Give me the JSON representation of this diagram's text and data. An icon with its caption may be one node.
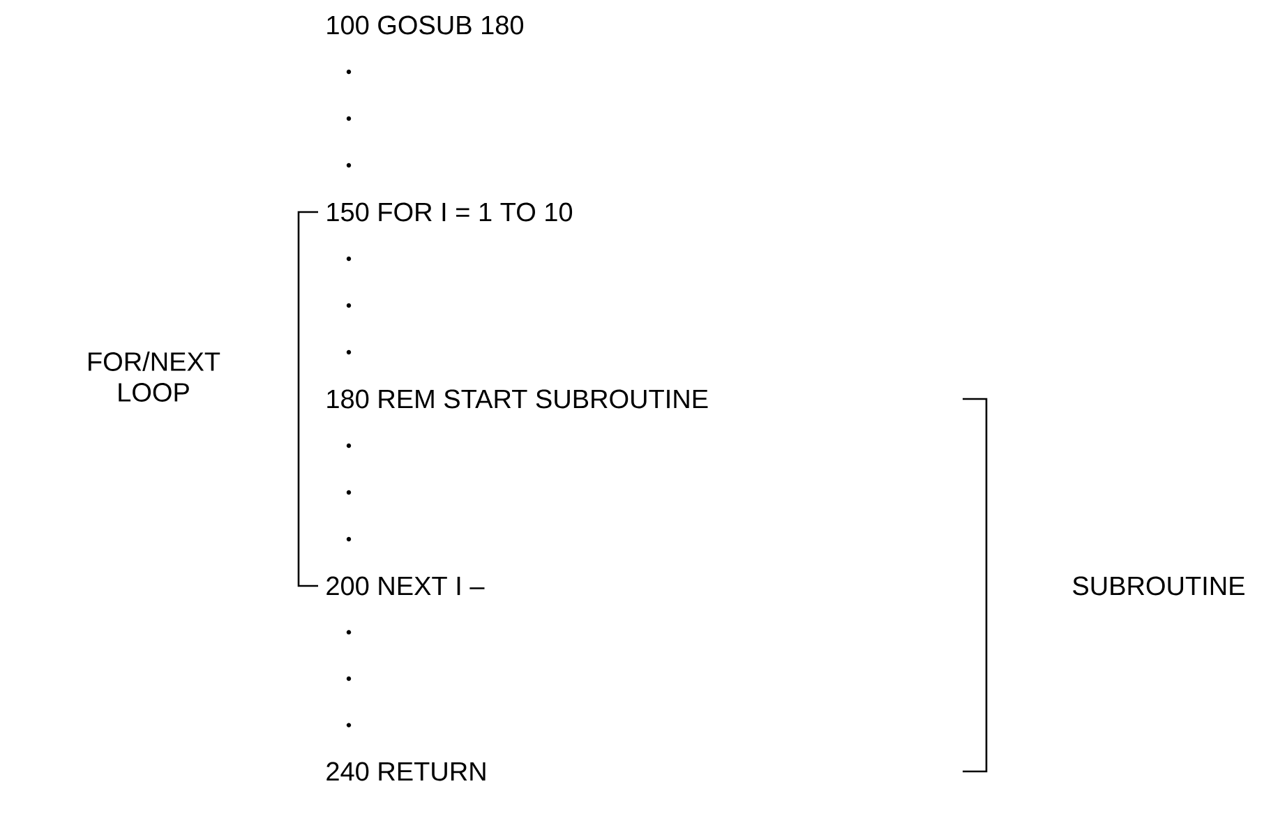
{
  "diagram": {
    "labels": [
      "100 GOSUB 180",
      "150 FOR I = 1 TO 10",
      "FOR/NEXT LOOP",
      "180 REM START SUBROUTINE",
      "200 NEXT I –",
      "SUBROUTINE",
      "240 RETURN"
    ]
  }
}
